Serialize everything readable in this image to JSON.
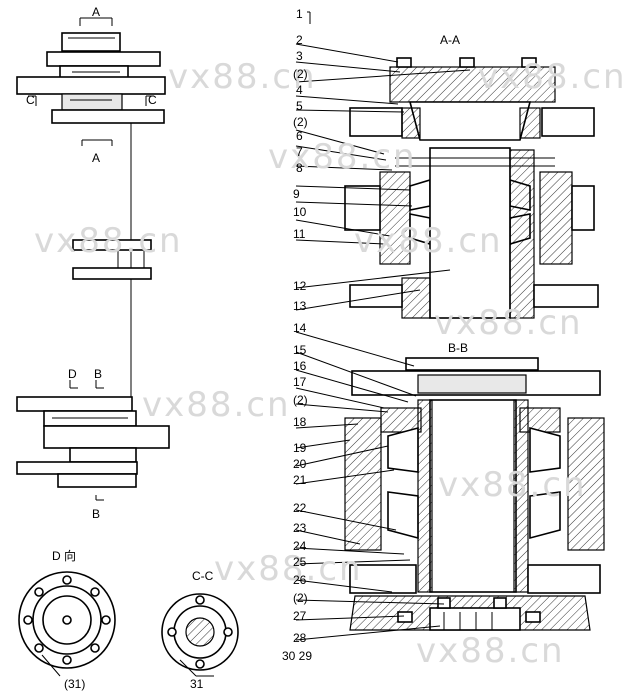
{
  "watermarks": [
    "vx88.cn",
    "vx88.cn",
    "vx88.cn",
    "vx88.cn",
    "vx88.cn",
    "vx88.cn",
    "vx88.cn",
    "vx88.cn",
    "vx88.cn",
    "vx88.cn"
  ],
  "section_titles": {
    "aa": "A-A",
    "bb": "B-B",
    "cc": "C-C",
    "d_view": "D 向"
  },
  "view_marks": {
    "a_top": "A",
    "a_bottom": "A",
    "c_left": "C",
    "c_right": "C",
    "d": "D",
    "b_top": "B",
    "b_bottom": "B"
  },
  "part_labels": [
    "1",
    "2",
    "3",
    "(2)",
    "4",
    "5",
    "(2)",
    "6",
    "7",
    "8",
    "9",
    "10",
    "11",
    "12",
    "13",
    "14",
    "15",
    "16",
    "17",
    "(2)",
    "18",
    "19",
    "20",
    "21",
    "22",
    "23",
    "24",
    "25",
    "26",
    "(2)",
    "27",
    "28",
    "30 29",
    "(31)",
    "31"
  ]
}
